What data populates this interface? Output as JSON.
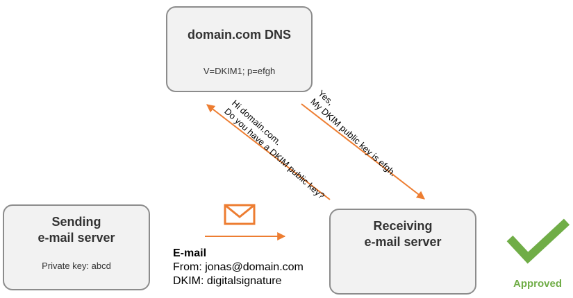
{
  "colors": {
    "arrow": "#ed7d31",
    "check": "#70ad47",
    "box_fill": "#f2f2f2",
    "box_border": "#8c8c8c"
  },
  "dns_box": {
    "title": "domain.com DNS",
    "record": "V=DKIM1; p=efgh"
  },
  "sender_box": {
    "title_line1": "Sending",
    "title_line2": "e-mail server",
    "private_key": "Private key: abcd"
  },
  "receiver_box": {
    "title_line1": "Receiving",
    "title_line2": "e-mail server"
  },
  "query_label": {
    "line1": "Hi domain.com.",
    "line2": "Do you have a DKIM public key?"
  },
  "response_label": {
    "line1": "Yes,",
    "line2": "My DKIM public key is efgh."
  },
  "email": {
    "heading": "E-mail",
    "from": "From: jonas@domain.com",
    "dkim": "DKIM: digitalsignature"
  },
  "status": {
    "label": "Approved",
    "icon": "checkmark-icon"
  }
}
